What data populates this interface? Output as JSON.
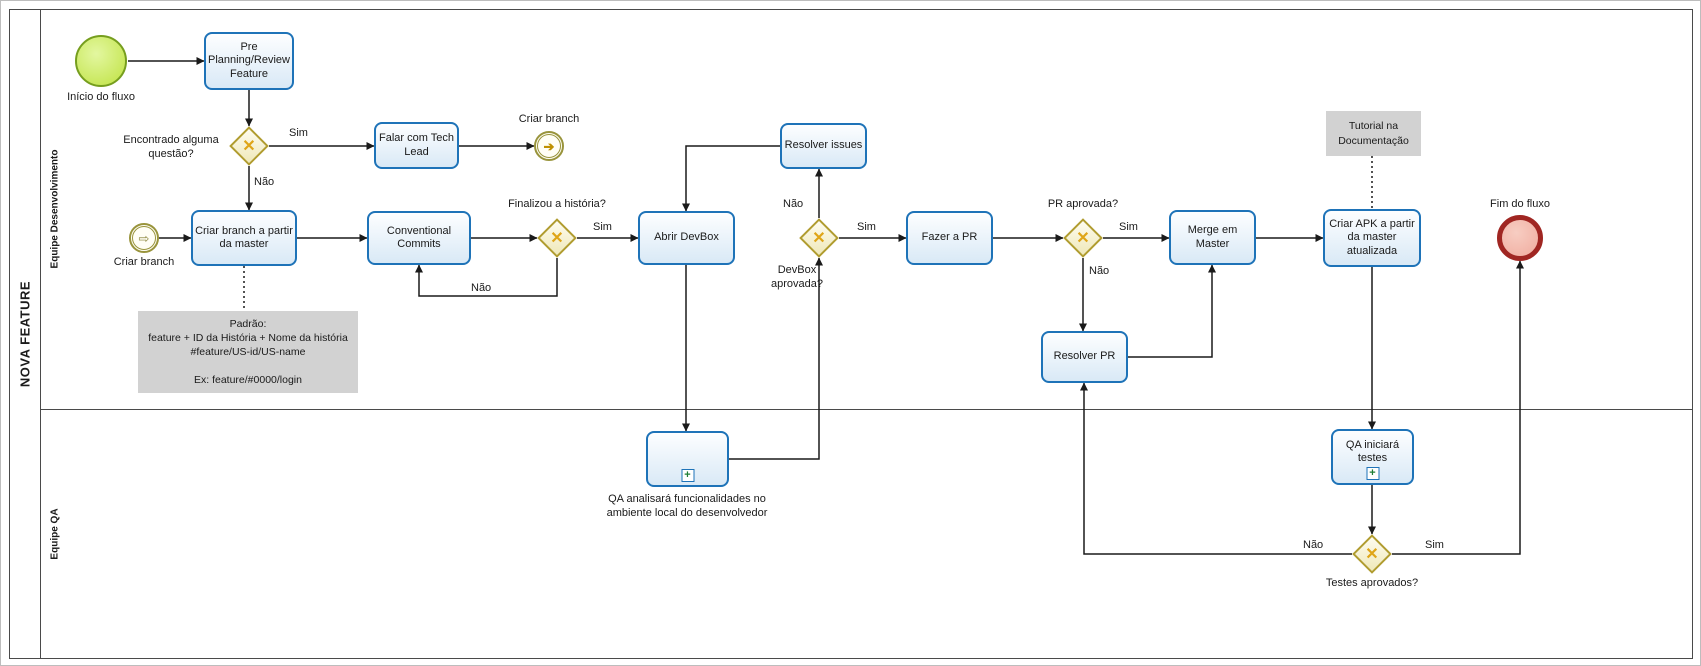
{
  "pool": {
    "title": "NOVA FEATURE",
    "lanes": {
      "dev": "Equipe Desenvolvimento",
      "qa": "Equipe QA"
    }
  },
  "events": {
    "start": "Início do fluxo",
    "end": "Fim do fluxo",
    "link_throw": "Criar branch",
    "link_catch": "Criar branch"
  },
  "tasks": {
    "pre_planning": "Pre Planning/Review Feature",
    "falar_tech_lead": "Falar com Tech Lead",
    "criar_branch": "Criar branch a partir da master",
    "conventional_commits": "Conventional Commits",
    "abrir_devbox": "Abrir DevBox",
    "resolver_issues": "Resolver issues",
    "fazer_pr": "Fazer a PR",
    "merge_master": "Merge em Master",
    "resolver_pr": "Resolver PR",
    "criar_apk": "Criar APK a partir da master atualizada",
    "qa_testes": "QA iniciará testes"
  },
  "subprocess_labels": {
    "qa_analise": "QA analisará funcionalidades no ambiente local do desenvolvedor"
  },
  "gateways": {
    "questao": "Encontrado alguma questão?",
    "finalizou": "Finalizou a história?",
    "devbox": "DevBox aprovada?",
    "pr": "PR aprovada?",
    "testes": "Testes aprovados?"
  },
  "edge_labels": {
    "questao_sim": "Sim",
    "questao_nao": "Não",
    "finalizou_sim": "Sim",
    "finalizou_nao": "Não",
    "devbox_sim": "Sim",
    "devbox_nao": "Não",
    "pr_sim": "Sim",
    "pr_nao": "Não",
    "testes_sim": "Sim",
    "testes_nao": "Não"
  },
  "annotations": {
    "padrao": "Padrão:\nfeature + ID da História + Nome da história\n#feature/US-id/US-name\n\nEx: feature/#0000/login",
    "tutorial": "Tutorial na Documentação"
  },
  "icons": {
    "gateway_x": "✕",
    "link_throw_arrow": "➔",
    "link_catch_arrow": "⇨",
    "subprocess_plus": "+"
  },
  "colors": {
    "task_border": "#1e73b8",
    "task_fill": "#d9e9f6",
    "gateway_border": "#b09c2f",
    "gateway_x": "#dfa518",
    "start_border": "#769e1e",
    "start_fill": "#c6e654",
    "end_border": "#a02622",
    "end_fill": "#f0ab9e",
    "annotation_fill": "#d2d2d2"
  }
}
